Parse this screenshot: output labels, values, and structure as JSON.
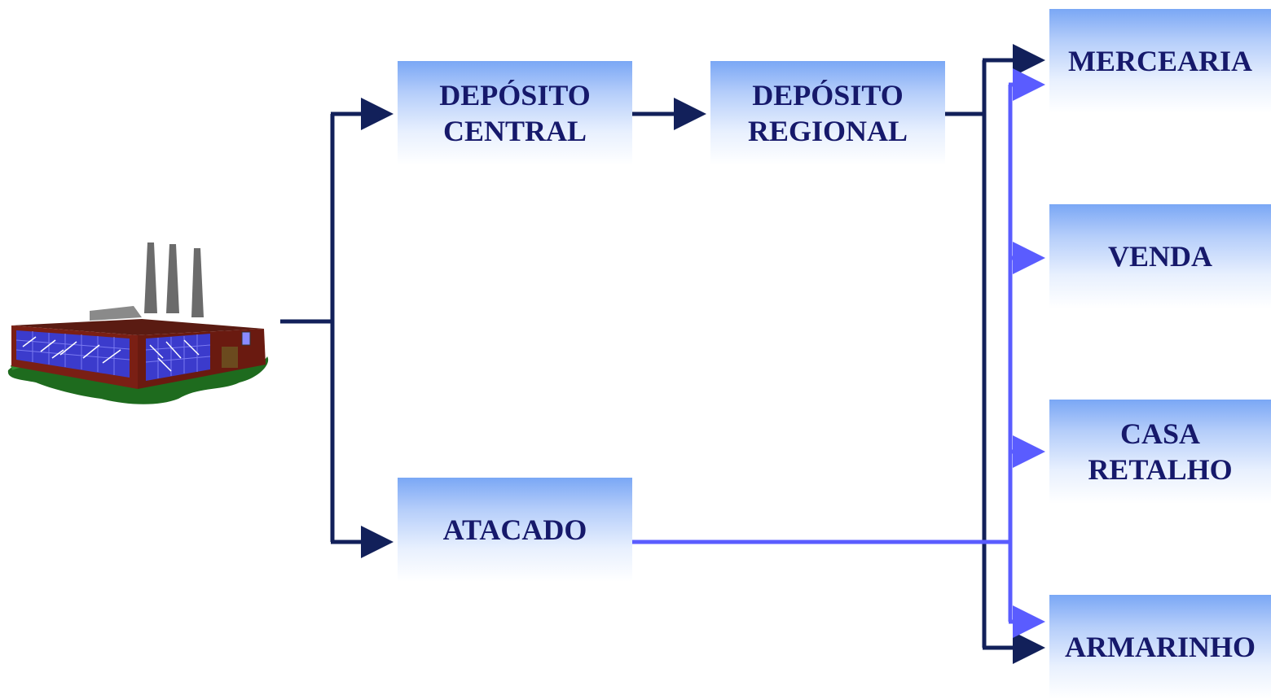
{
  "nodes": {
    "deposito_central": {
      "lines": [
        "DEPÓSITO",
        "CENTRAL"
      ]
    },
    "deposito_regional": {
      "lines": [
        "DEPÓSITO",
        "REGIONAL"
      ]
    },
    "atacado": {
      "lines": [
        "ATACADO"
      ]
    },
    "mercearia": {
      "lines": [
        "MERCEARIA"
      ]
    },
    "venda": {
      "lines": [
        "VENDA"
      ]
    },
    "casa_retalho": {
      "lines": [
        "CASA",
        "RETALHO"
      ]
    },
    "armarinho": {
      "lines": [
        "ARMARINHO"
      ]
    }
  },
  "colors": {
    "primary_flow": "#12205a",
    "secondary_flow": "#5a5cff",
    "box_text": "#16196b"
  },
  "icons": {
    "source": "factory-icon"
  }
}
